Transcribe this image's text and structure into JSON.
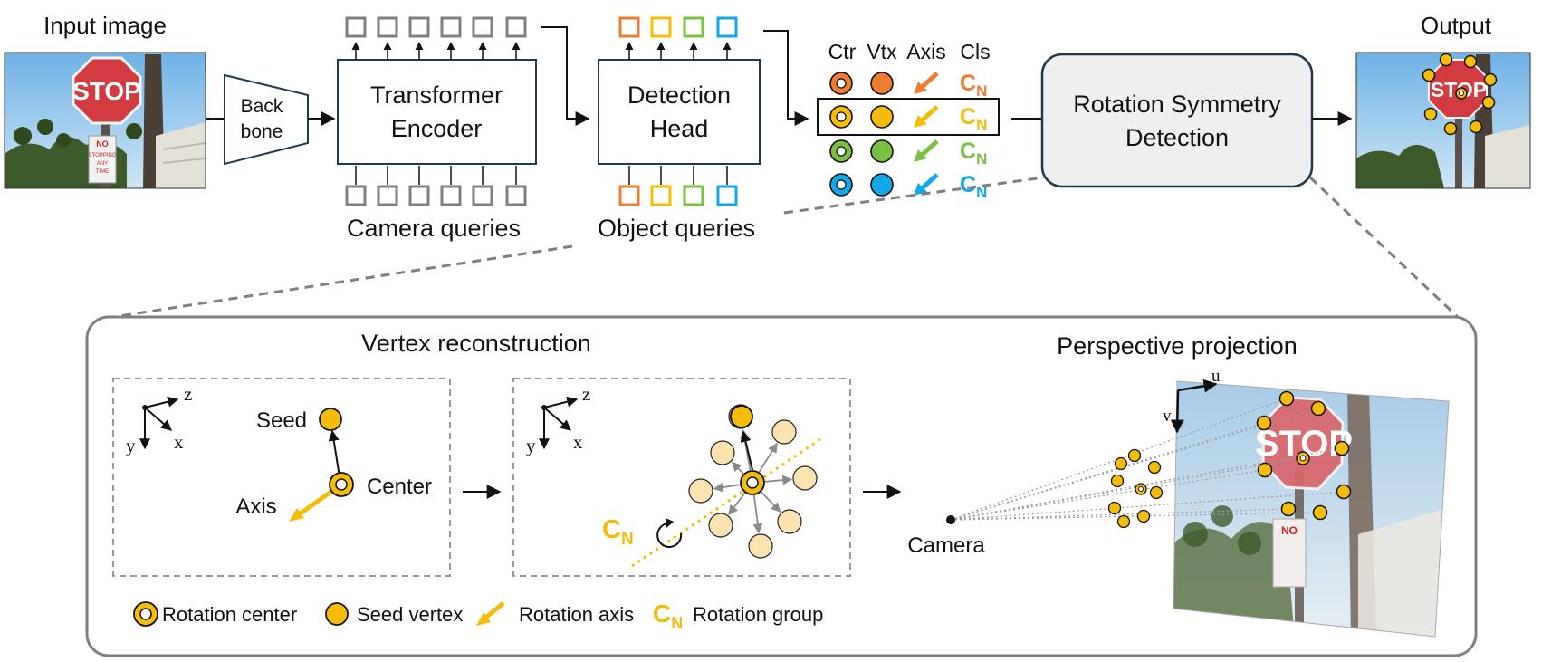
{
  "colors": {
    "orange": "#ED7D31",
    "yellow": "#F5BC0A",
    "green": "#7AC143",
    "blue": "#12A7E6",
    "query_gray": "#7F7F7F",
    "symmetry_box_fill": "#EFEFEF",
    "symmetry_box_stroke": "#1F3A4A",
    "panel_stroke": "#7F7F7F",
    "sky": "#8DC2E8",
    "stop_red": "#D23B3F"
  },
  "icons": [
    "stop-sign-photo",
    "rotation-center-icon",
    "seed-vertex-icon",
    "rotation-axis-icon",
    "rotation-arrow-icon",
    "camera-point"
  ],
  "top": {
    "input_title": "Input image",
    "backbone_line1": "Back",
    "backbone_line2": "bone",
    "encoder_line1": "Transformer",
    "encoder_line2": "Encoder",
    "camera_queries": "Camera queries",
    "head_line1": "Detection",
    "head_line2": "Head",
    "object_queries": "Object queries",
    "col_ctr": "Ctr",
    "col_vtx": "Vtx",
    "col_axis": "Axis",
    "col_cls": "Cls",
    "cls_letter": "C",
    "cls_sub": "N",
    "symmetry_line1": "Rotation Symmetry",
    "symmetry_line2": "Detection",
    "output_title": "Output",
    "stop_text": "STOP",
    "no_text": "NO",
    "sign_line1": "STOPPING",
    "sign_line2": "ANY",
    "sign_line3": "TIME"
  },
  "panel": {
    "vertex_title": "Vertex reconstruction",
    "perspective_title": "Perspective projection",
    "axis_z": "z",
    "axis_y": "y",
    "axis_x": "x",
    "seed_label": "Seed",
    "center_label": "Center",
    "axis_label": "Axis",
    "cn_letter": "C",
    "cn_sub": "N",
    "camera_label": "Camera",
    "axis_u": "u",
    "axis_v": "v"
  },
  "legend": {
    "rotation_center": "Rotation center",
    "seed_vertex": "Seed vertex",
    "rotation_axis": "Rotation axis",
    "cn_letter": "C",
    "cn_sub": "N",
    "rotation_group": "Rotation group"
  }
}
